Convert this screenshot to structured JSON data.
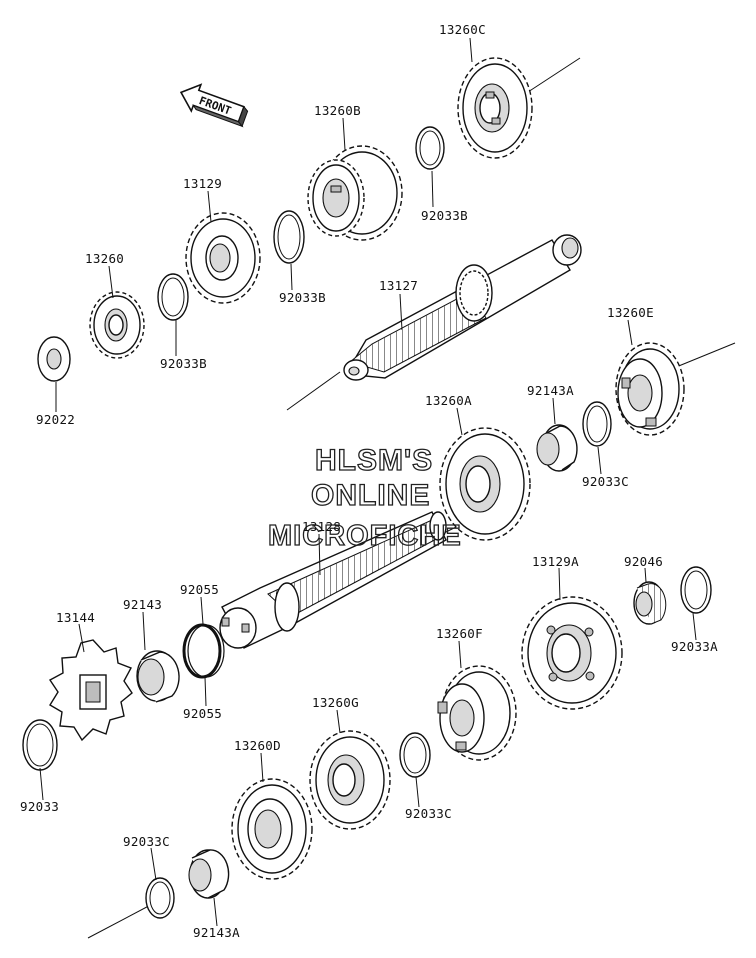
{
  "front_arrow": {
    "label": "FRONT"
  },
  "watermark": {
    "line1": "HLSM'S",
    "line2": "ONLINE",
    "line3": "MICROFICHE"
  },
  "part_labels": {
    "p13260C": "13260C",
    "p13260B": "13260B",
    "p13129": "13129",
    "p92033B_top": "92033B",
    "p92033B_mid": "92033B",
    "p13260": "13260",
    "p92033B_left": "92033B",
    "p92022": "92022",
    "p13127": "13127",
    "p13260E": "13260E",
    "p92143A_right": "92143A",
    "p13260A": "13260A",
    "p92033C_right": "92033C",
    "p13128": "13128",
    "p92055_top": "92055",
    "p92055_bottom": "92055",
    "p92143": "92143",
    "p13144": "13144",
    "p13129A": "13129A",
    "p92046": "92046",
    "p92033A": "92033A",
    "p13260F": "13260F",
    "p13260G": "13260G",
    "p13260D": "13260D",
    "p92033C_mid": "92033C",
    "p92033": "92033",
    "p92033C_left": "92033C",
    "p92143A_left": "92143A"
  }
}
